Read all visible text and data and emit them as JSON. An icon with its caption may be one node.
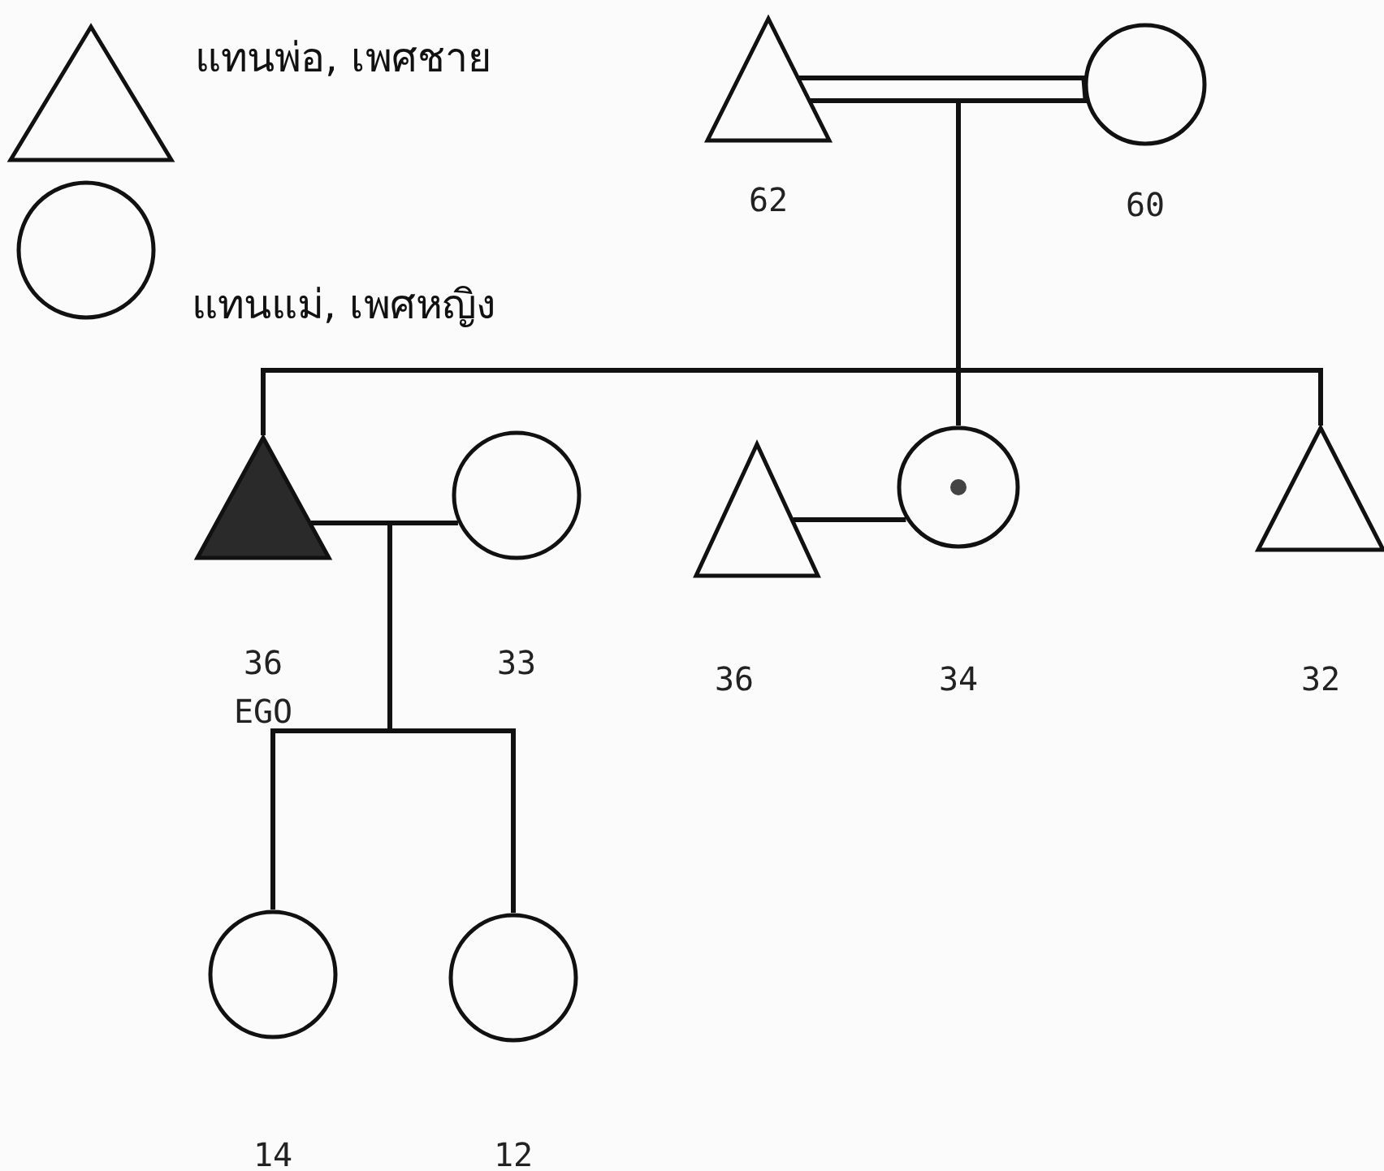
{
  "diagram": {
    "nodes": [
      {
        "text": [],
        "shape": "triangle",
        "beside": [
          "62"
        ]
      },
      {
        "text": [],
        "shape": "circle",
        "beside": [
          "60"
        ]
      },
      {
        "text": [],
        "shape": "triangle",
        "beside": [
          "36",
          "EGO"
        ]
      },
      {
        "text": [],
        "shape": "circle",
        "beside": [
          "33"
        ]
      },
      {
        "text": [],
        "shape": "triangle",
        "beside": [
          "36"
        ]
      },
      {
        "text": [],
        "shape": "circle",
        "beside": [
          "34"
        ]
      },
      {
        "text": [],
        "shape": "triangle",
        "beside": [
          "32"
        ]
      },
      {
        "text": [],
        "shape": "circle",
        "beside": [
          "14"
        ]
      },
      {
        "text": [],
        "shape": "circle",
        "beside": [
          "12"
        ]
      }
    ],
    "edges": [
      {
        "from": 0,
        "to": 1,
        "arrow": "none"
      },
      {
        "from": 2,
        "to": 3,
        "arrow": "none"
      },
      {
        "from": 4,
        "to": 5,
        "arrow": "none"
      },
      {
        "from": 0,
        "to": 2,
        "arrow": "none"
      },
      {
        "from": 0,
        "to": 5,
        "arrow": "none"
      },
      {
        "from": 0,
        "to": 6,
        "arrow": "none"
      },
      {
        "from": 1,
        "to": 2,
        "arrow": "none"
      },
      {
        "from": 1,
        "to": 5,
        "arrow": "none"
      },
      {
        "from": 1,
        "to": 6,
        "arrow": "none"
      },
      {
        "from": 2,
        "to": 7,
        "arrow": "none"
      },
      {
        "from": 2,
        "to": 8,
        "arrow": "none"
      },
      {
        "from": 3,
        "to": 7,
        "arrow": "none"
      },
      {
        "from": 3,
        "to": 8,
        "arrow": "none"
      }
    ],
    "legend": [
      {
        "text": "แทนพ่อ, เพศชาย"
      },
      {
        "text": "แทนแม่, เพศหญิง"
      }
    ]
  }
}
